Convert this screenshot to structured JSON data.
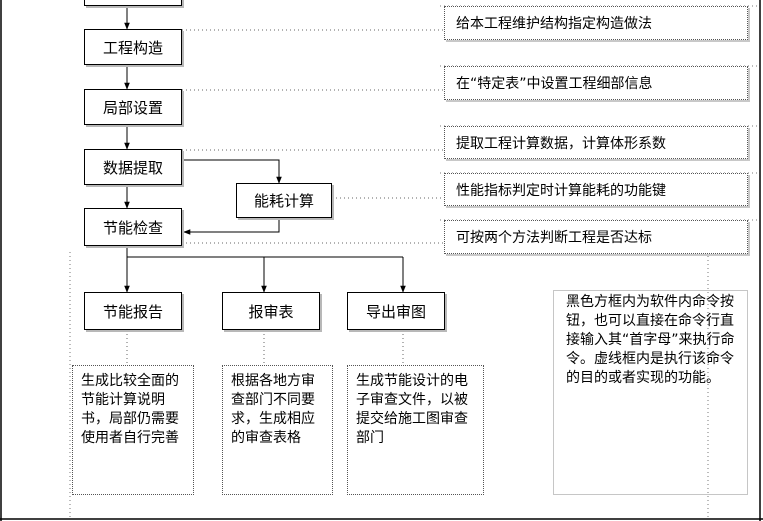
{
  "commands": {
    "engineering_construction": "工程构造",
    "local_settings": "局部设置",
    "data_extraction": "数据提取",
    "energy_calc": "能耗计算",
    "energy_check": "节能检查",
    "energy_report": "节能报告",
    "review_table": "报审表",
    "export_review": "导出审图"
  },
  "descriptions": {
    "construction_method": "给本工程维护结构指定构造做法",
    "special_table": "在“特定表”中设置工程细部信息",
    "extract_data": "提取工程计算数据，计算体形系数",
    "energy_key": "性能指标判定时计算能耗的功能键",
    "two_methods": "可按两个方法判断工程是否达标"
  },
  "notes": {
    "report": "生成比较全面的节能计算说明书，局部仍需要使用者自行完善",
    "review_table": "根据各地方审查部门不同要求，生成相应的审查表格",
    "export": "生成节能设计的电子审查文件，以被提交给施工图审查部门"
  },
  "legend": "黑色方框内为软件内命令按钮，也可以直接在命令行直接输入其“首字母”来执行命令。虚线框内是执行该命令的目的或者实现的功能。"
}
